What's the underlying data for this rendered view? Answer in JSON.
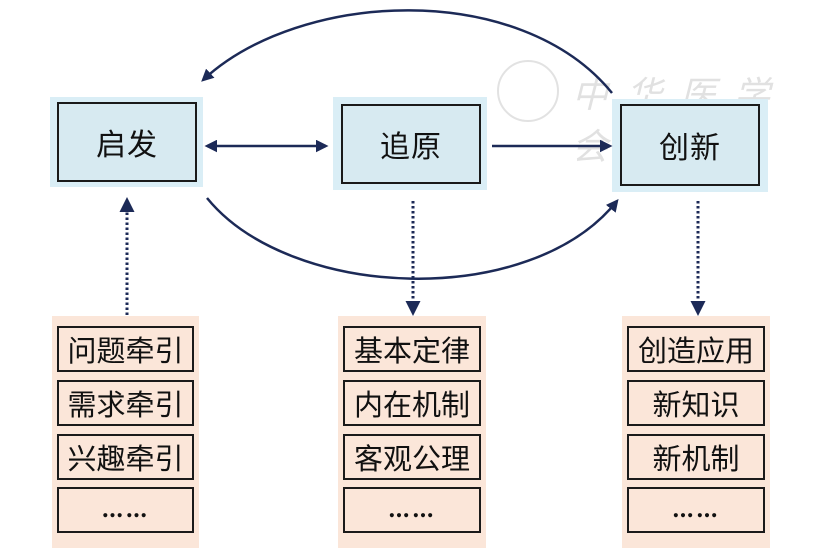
{
  "watermark": {
    "text": "中华医学会",
    "seal_icon": "society-seal-icon"
  },
  "stages": [
    {
      "id": "qifa",
      "label": "启发"
    },
    {
      "id": "zhuiyuan",
      "label": "追原"
    },
    {
      "id": "chuangxin",
      "label": "创新"
    }
  ],
  "lists": [
    {
      "stage": "qifa",
      "items": [
        "问题牵引",
        "需求牵引",
        "兴趣牵引",
        "……"
      ]
    },
    {
      "stage": "zhuiyuan",
      "items": [
        "基本定律",
        "内在机制",
        "客观公理",
        "……"
      ]
    },
    {
      "stage": "chuangxin",
      "items": [
        "创造应用",
        "新知识",
        "新机制",
        "……"
      ]
    }
  ],
  "connections": [
    {
      "from": "qifa",
      "to": "zhuiyuan",
      "type": "bidirectional"
    },
    {
      "from": "zhuiyuan",
      "to": "chuangxin",
      "type": "directed"
    },
    {
      "from": "chuangxin",
      "to": "qifa",
      "type": "curved-top"
    },
    {
      "from": "qifa",
      "to": "chuangxin",
      "type": "curved-bottom"
    },
    {
      "from": "list-qifa",
      "to": "qifa",
      "type": "dotted"
    },
    {
      "from": "zhuiyuan",
      "to": "list-zhuiyuan",
      "type": "dotted"
    },
    {
      "from": "chuangxin",
      "to": "list-chuangxin",
      "type": "dotted"
    }
  ],
  "colors": {
    "arrow": "#1c2a57",
    "stage_fill": "#d7eaf1",
    "list_fill": "#fbe6d9",
    "border": "#1a1a1a"
  }
}
